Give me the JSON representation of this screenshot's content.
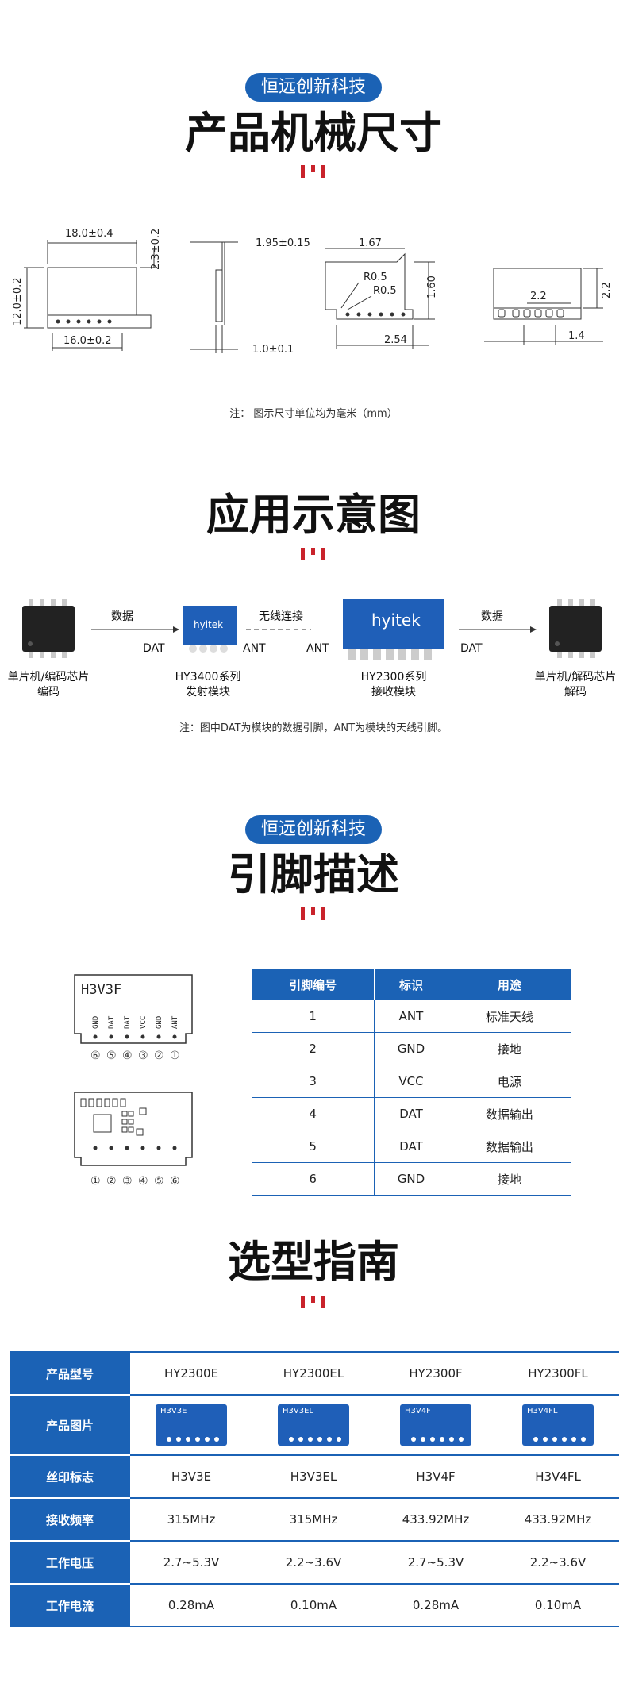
{
  "brand": "恒远创新科技",
  "sections": {
    "mech": {
      "title": "产品机械尺寸",
      "note": "注： 图示尺寸单位均为毫米（mm）"
    },
    "app": {
      "title": "应用示意图",
      "note": "注：图中DAT为模块的数据引脚，ANT为模块的天线引脚。"
    },
    "pins": {
      "title": "引脚描述"
    },
    "select": {
      "title": "选型指南"
    }
  },
  "dims": {
    "d1": "18.0±0.4",
    "d2": "2.3±0.2",
    "d3": "12.0±0.2",
    "d4": "16.0±0.2",
    "d5": "1.95±0.15",
    "d6": "1.0±0.1",
    "d7": "1.67",
    "d8": "R0.5",
    "d9": "R0.5",
    "d10": "1.60",
    "d11": "2.54",
    "d12": "2.2",
    "d13": "2.2",
    "d14": "1.4"
  },
  "flow": {
    "data1": "数据",
    "dat1": "DAT",
    "wireless": "无线连接",
    "ant1": "ANT",
    "ant2": "ANT",
    "data2": "数据",
    "dat2": "DAT",
    "mcu_enc_l1": "单片机/编码芯片",
    "mcu_enc_l2": "编码",
    "tx_l1": "HY3400系列",
    "tx_l2": "发射模块",
    "rx_l1": "HY2300系列",
    "rx_l2": "接收模块",
    "mcu_dec_l1": "单片机/解码芯片",
    "mcu_dec_l2": "解码",
    "tx_logo": "hyitek",
    "rx_logo": "hyitek"
  },
  "pin_diagram": {
    "module_label": "H3V3F",
    "pin_names": [
      "GND",
      "DAT",
      "DAT",
      "VCC",
      "GND",
      "ANT"
    ],
    "top_numbers": [
      "⑥",
      "⑤",
      "④",
      "③",
      "②",
      "①"
    ],
    "bottom_numbers": [
      "①",
      "②",
      "③",
      "④",
      "⑤",
      "⑥"
    ]
  },
  "pin_table": {
    "headers": [
      "引脚编号",
      "标识",
      "用途"
    ],
    "rows": [
      [
        "1",
        "ANT",
        "标准天线"
      ],
      [
        "2",
        "GND",
        "接地"
      ],
      [
        "3",
        "VCC",
        "电源"
      ],
      [
        "4",
        "DAT",
        "数据输出"
      ],
      [
        "5",
        "DAT",
        "数据输出"
      ],
      [
        "6",
        "GND",
        "接地"
      ]
    ]
  },
  "select_table": {
    "row_heads": [
      "产品型号",
      "产品图片",
      "丝印标志",
      "接收频率",
      "工作电压",
      "工作电流"
    ],
    "models": [
      "HY2300E",
      "HY2300EL",
      "HY2300F",
      "HY2300FL"
    ],
    "image_labels": [
      "H3V3E",
      "H3V3EL",
      "H3V4F",
      "H3V4FL"
    ],
    "silk": [
      "H3V3E",
      "H3V3EL",
      "H3V4F",
      "H3V4FL"
    ],
    "freq": [
      "315MHz",
      "315MHz",
      "433.92MHz",
      "433.92MHz"
    ],
    "voltage": [
      "2.7~5.3V",
      "2.2~3.6V",
      "2.7~5.3V",
      "2.2~3.6V"
    ],
    "current": [
      "0.28mA",
      "0.10mA",
      "0.28mA",
      "0.10mA"
    ]
  },
  "colors": {
    "accent": "#1b62b5",
    "deco": "#c9232b"
  }
}
